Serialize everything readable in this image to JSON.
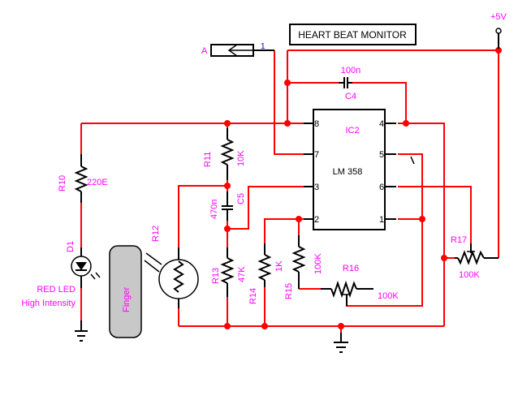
{
  "title": "HEART BEAT MONITOR",
  "supply": {
    "label": "+5V"
  },
  "connector": {
    "name": "A",
    "pin": "1"
  },
  "ic": {
    "ref": "IC2",
    "part": "LM 358",
    "pins_left": [
      "8",
      "7",
      "3",
      "2"
    ],
    "pins_right": [
      "4",
      "5",
      "6",
      "1"
    ]
  },
  "components": {
    "C4": {
      "ref": "C4",
      "value": "100n"
    },
    "C5": {
      "ref": "C5",
      "value": "470n"
    },
    "R10": {
      "ref": "R10",
      "value": "220E"
    },
    "R11": {
      "ref": "R11",
      "value": "10K"
    },
    "R12": {
      "ref": "R12"
    },
    "R13": {
      "ref": "R13",
      "value": "47K"
    },
    "R14": {
      "ref": "R14",
      "value": "1K"
    },
    "R15": {
      "ref": "R15",
      "value": "100K"
    },
    "R16": {
      "ref": "R16",
      "value": "100K"
    },
    "R17": {
      "ref": "R17",
      "value": "100K"
    },
    "D1": {
      "ref": "D1",
      "desc_line1": "RED LED",
      "desc_line2": "High Intensity"
    }
  },
  "finger": {
    "label": "Finger"
  },
  "colors": {
    "wire": "#ff0000",
    "label": "#ff00ff",
    "component": "#000000",
    "finger_fill": "#c8c8c8"
  }
}
